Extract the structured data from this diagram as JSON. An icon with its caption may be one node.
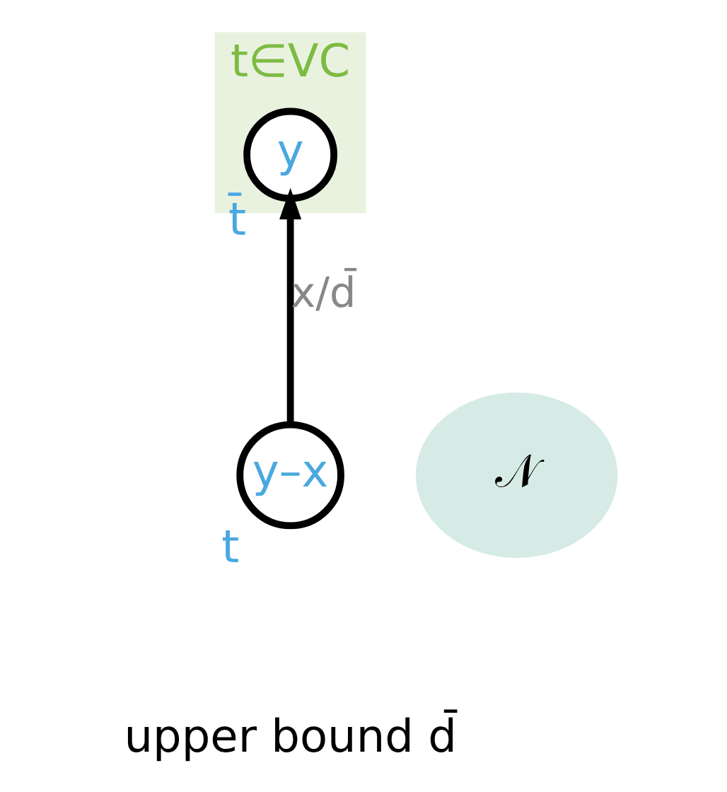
{
  "diagram": {
    "nodes": [
      {
        "text": [
          "t∈VC"
        ]
      },
      {
        "text": [
          "y"
        ],
        "in": 0,
        "beside": [
          "t̄"
        ]
      },
      {
        "text": [
          "𝒩"
        ]
      },
      {
        "text": [
          "y–x"
        ],
        "beside": [
          "t"
        ]
      }
    ],
    "edges": [
      {
        "from": 3,
        "to": 1,
        "arrow": "to",
        "label": "x/d̄"
      }
    ],
    "labels": [
      "upper bound d̄"
    ]
  }
}
